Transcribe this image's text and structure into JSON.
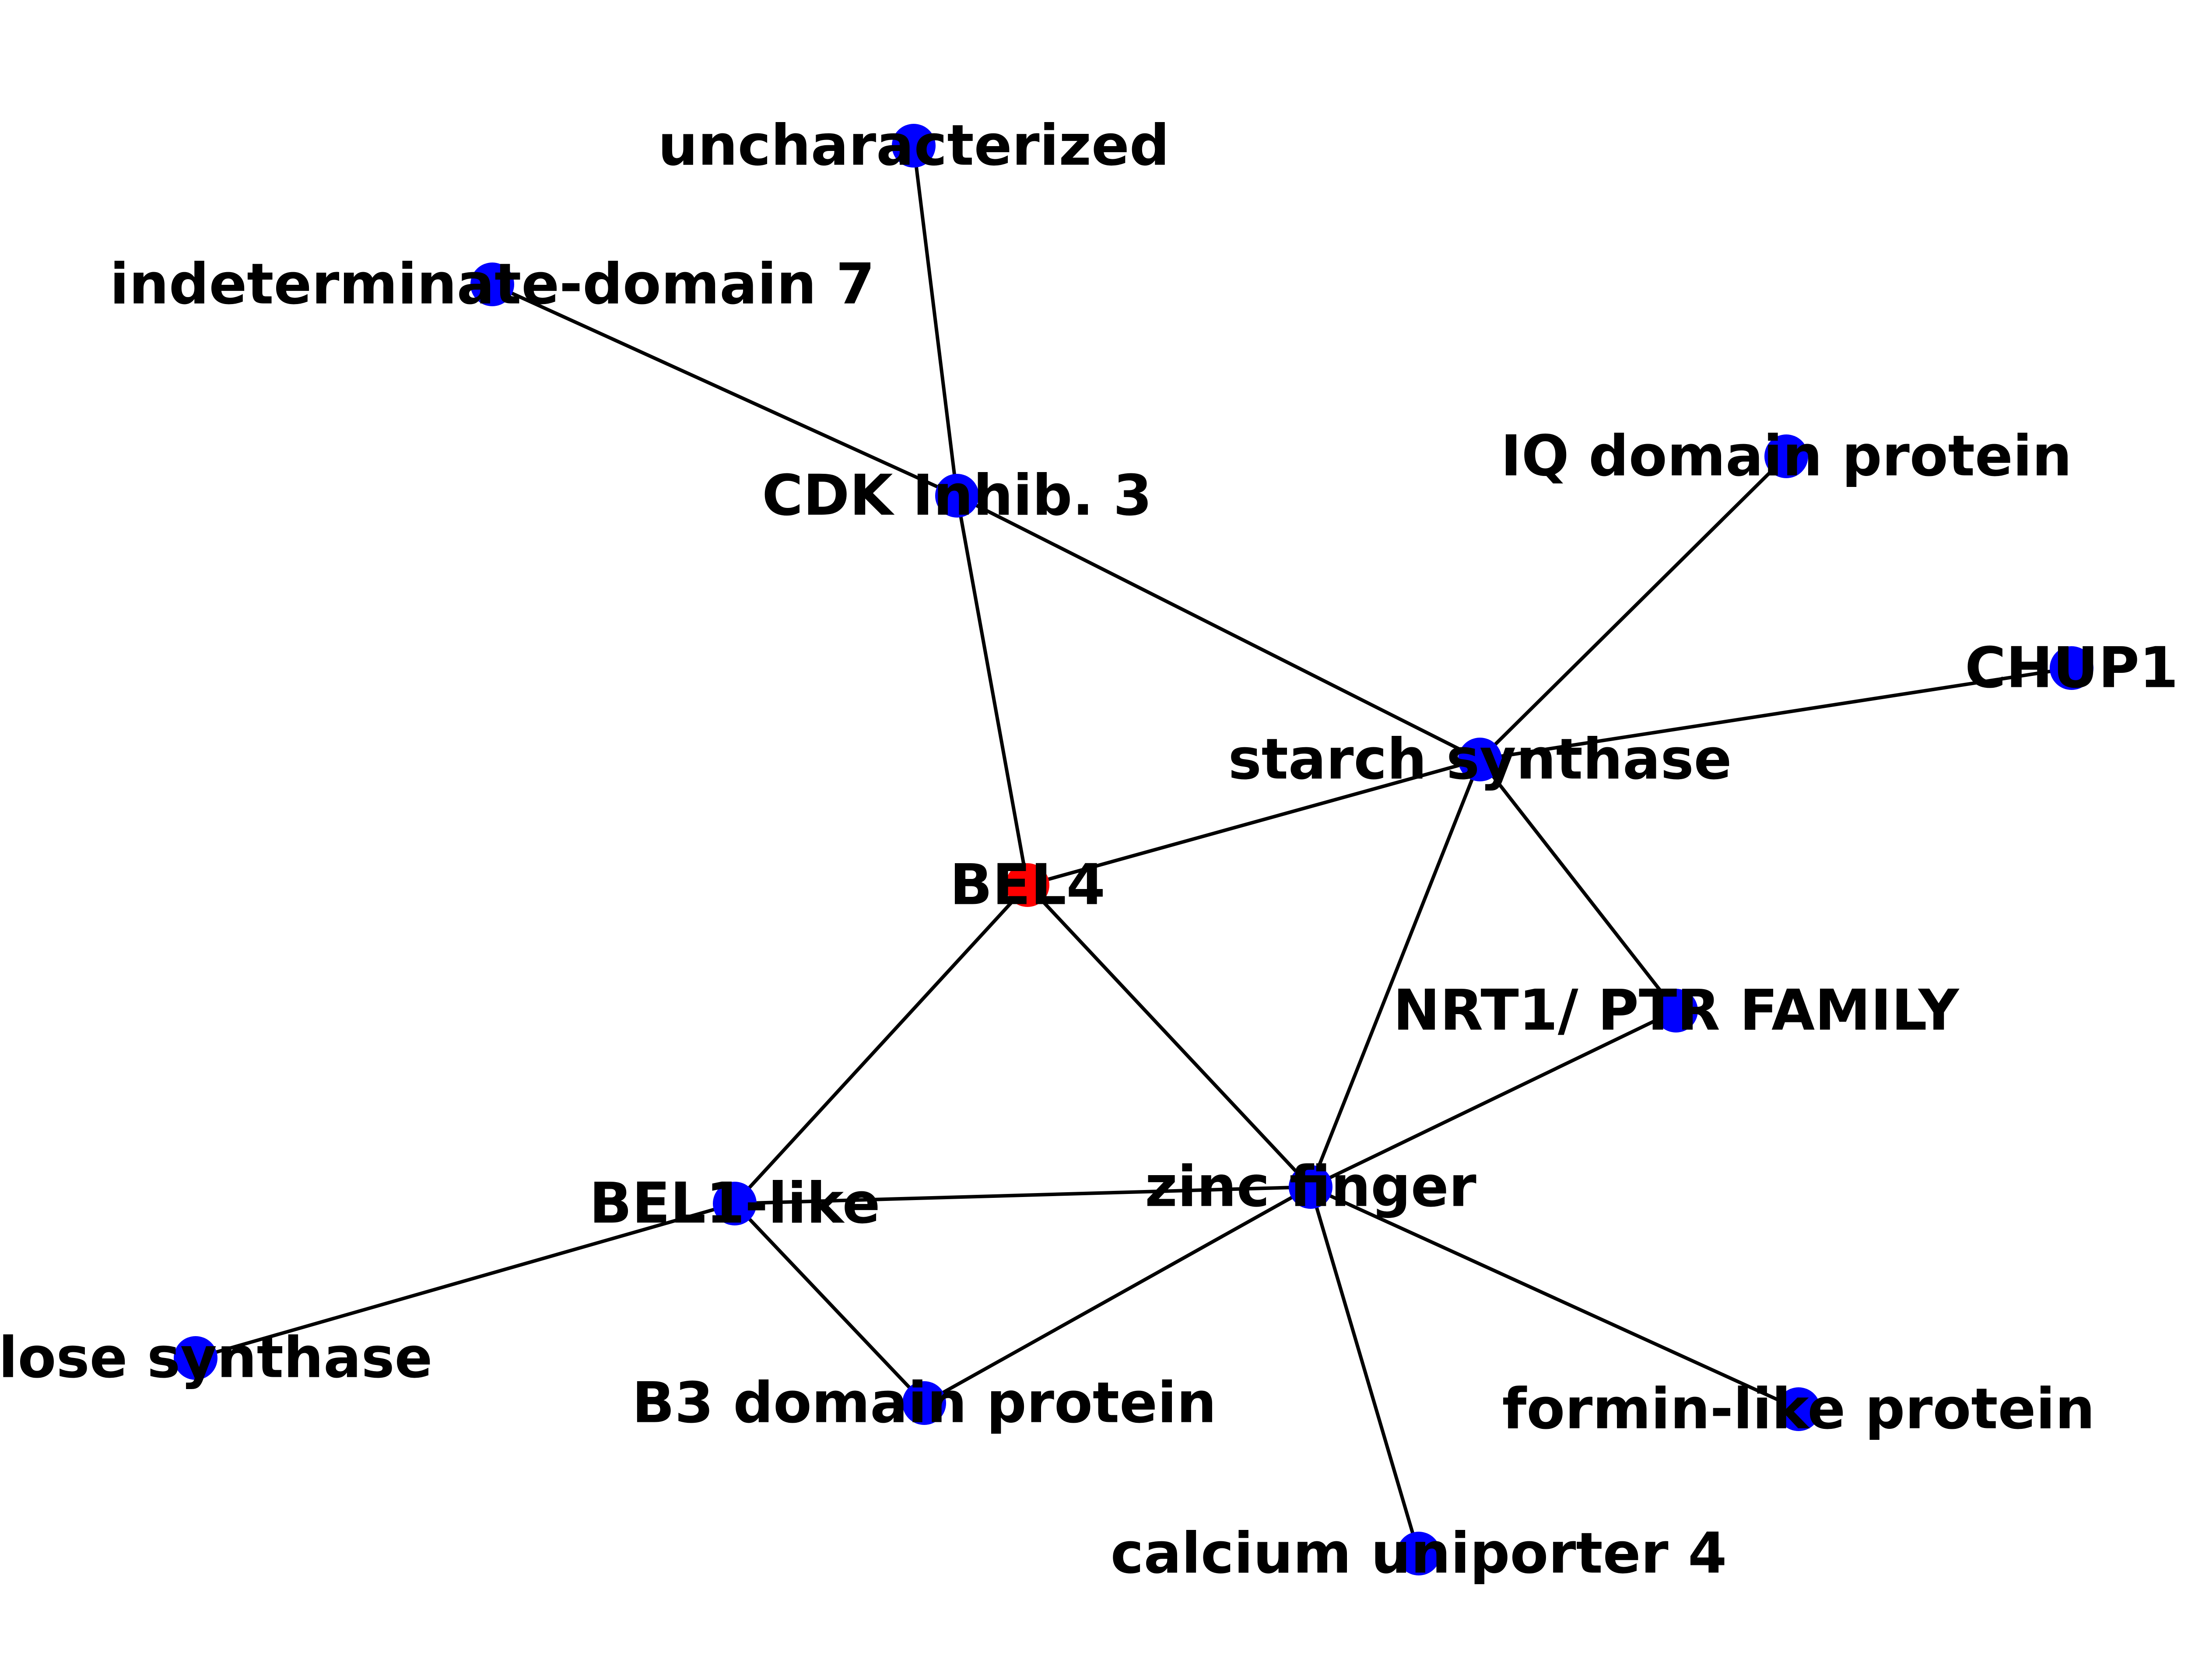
{
  "graph": {
    "nodes": [
      {
        "id": "BEL4",
        "label": "BEL4",
        "color": "#ff0000",
        "highlighted": true
      },
      {
        "id": "uncharacterized",
        "label": "uncharacterized",
        "color": "#0000ff"
      },
      {
        "id": "idd7",
        "label": "indeterminate-domain 7",
        "color": "#0000ff"
      },
      {
        "id": "cdk",
        "label": "CDK Inhib. 3",
        "color": "#0000ff"
      },
      {
        "id": "iq",
        "label": "IQ domain protein",
        "color": "#0000ff"
      },
      {
        "id": "chup1",
        "label": "CHUP1",
        "color": "#0000ff"
      },
      {
        "id": "starch",
        "label": "starch synthase",
        "color": "#0000ff"
      },
      {
        "id": "nrt1",
        "label": "NRT1/ PTR FAMILY",
        "color": "#0000ff"
      },
      {
        "id": "zinc",
        "label": "zinc finger",
        "color": "#0000ff"
      },
      {
        "id": "bel1",
        "label": "BEL1-like",
        "color": "#0000ff"
      },
      {
        "id": "cellulose",
        "label": "ulose synthase",
        "color": "#0000ff"
      },
      {
        "id": "b3",
        "label": "B3 domain protein",
        "color": "#0000ff"
      },
      {
        "id": "formin",
        "label": "formin-like protein",
        "color": "#0000ff"
      },
      {
        "id": "calcium",
        "label": "calcium uniporter 4",
        "color": "#0000ff"
      }
    ],
    "edges": [
      {
        "source": "uncharacterized",
        "target": "cdk"
      },
      {
        "source": "idd7",
        "target": "cdk"
      },
      {
        "source": "cdk",
        "target": "BEL4"
      },
      {
        "source": "cdk",
        "target": "starch"
      },
      {
        "source": "iq",
        "target": "starch"
      },
      {
        "source": "chup1",
        "target": "starch"
      },
      {
        "source": "starch",
        "target": "BEL4"
      },
      {
        "source": "starch",
        "target": "nrt1"
      },
      {
        "source": "starch",
        "target": "zinc"
      },
      {
        "source": "nrt1",
        "target": "zinc"
      },
      {
        "source": "BEL4",
        "target": "bel1"
      },
      {
        "source": "BEL4",
        "target": "zinc"
      },
      {
        "source": "bel1",
        "target": "zinc"
      },
      {
        "source": "bel1",
        "target": "cellulose"
      },
      {
        "source": "bel1",
        "target": "b3"
      },
      {
        "source": "zinc",
        "target": "b3"
      },
      {
        "source": "zinc",
        "target": "formin"
      },
      {
        "source": "zinc",
        "target": "calcium"
      }
    ]
  }
}
